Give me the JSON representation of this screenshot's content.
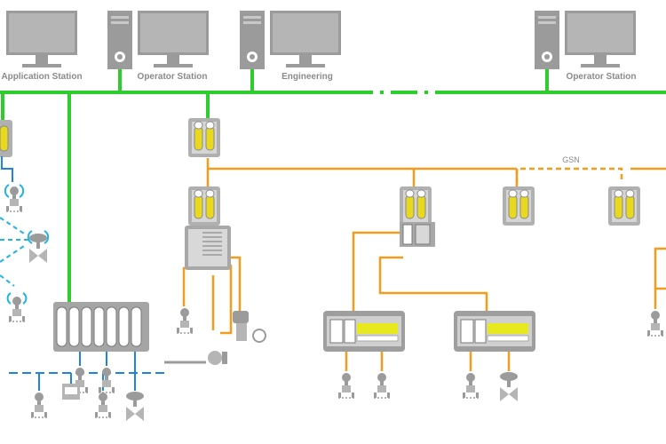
{
  "stations": [
    {
      "label": "Application Station",
      "type": "monitor"
    },
    {
      "label": "Operator Station",
      "type": "tower-monitor"
    },
    {
      "label": "Engineering",
      "type": "tower-monitor"
    },
    {
      "label": "Operator Station",
      "type": "tower-monitor"
    }
  ],
  "network": {
    "gsn_label": "GSN"
  },
  "colors": {
    "plant_bus": "#2ecc2e",
    "io_bus": "#f39c1e",
    "field_bus": "#1e82e6",
    "wireless": "#1eb4e6",
    "device_gray": "#9a9a9a",
    "controller_yellow": "#e8d81e"
  }
}
